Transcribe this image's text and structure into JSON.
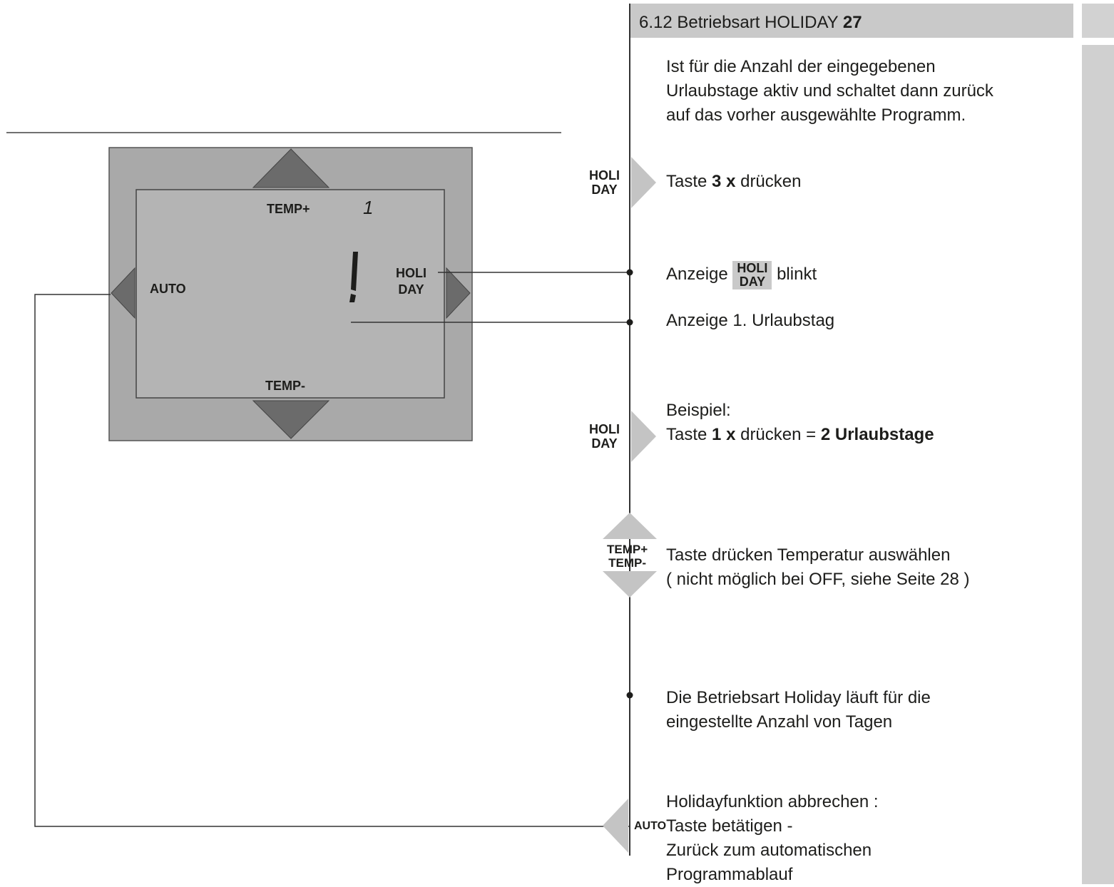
{
  "header": {
    "section": "6.12 Betriebsart HOLIDAY",
    "page": "27"
  },
  "intro": [
    "Ist für die Anzahl der eingegebenen",
    "Urlaubstage aktiv und schaltet dann zurück",
    "auf das vorher ausgewählte Programm."
  ],
  "device": {
    "temp_plus": "TEMP+",
    "temp_minus": "TEMP-",
    "auto": "AUTO",
    "holi": "HOLI",
    "day": "DAY",
    "small_digit": "1",
    "big_digit": "1"
  },
  "steps": {
    "step1": {
      "key_holi": "HOLI",
      "key_day": "DAY",
      "pre": "Taste",
      "bold": "3 x",
      "post": "drücken"
    },
    "step2": {
      "pre": "Anzeige",
      "chip_holi": "HOLI",
      "chip_day": "DAY",
      "post": "blinkt"
    },
    "step3": {
      "text": "Anzeige 1. Urlaubstag"
    },
    "step4": {
      "key_holi": "HOLI",
      "key_day": "DAY",
      "line1": "Beispiel:",
      "pre": "Taste",
      "bold1": "1 x",
      "mid": "drücken =",
      "bold2": "2 Urlaubstage"
    },
    "step5": {
      "key_plus": "TEMP+",
      "key_minus": "TEMP-",
      "line1": "Taste drücken Temperatur auswählen",
      "line2": "( nicht möglich bei OFF, siehe Seite 28 )"
    },
    "step6": {
      "line1": "Die Betriebsart Holiday läuft für die",
      "line2": "eingestellte Anzahl von Tagen"
    },
    "step7": {
      "key_auto": "AUTO",
      "line1": "Holidayfunktion abbrechen :",
      "line2": "Taste betätigen -",
      "line3": "Zurück zum automatischen",
      "line4": "Programmablauf"
    }
  },
  "colors": {
    "header_bg": "#c9c9c9",
    "device_frame": "#a9a9a9",
    "lcd_bg": "#b4b4b4",
    "arrow_dark": "#6b6b6b",
    "arrow_light": "#c4c4c4"
  }
}
